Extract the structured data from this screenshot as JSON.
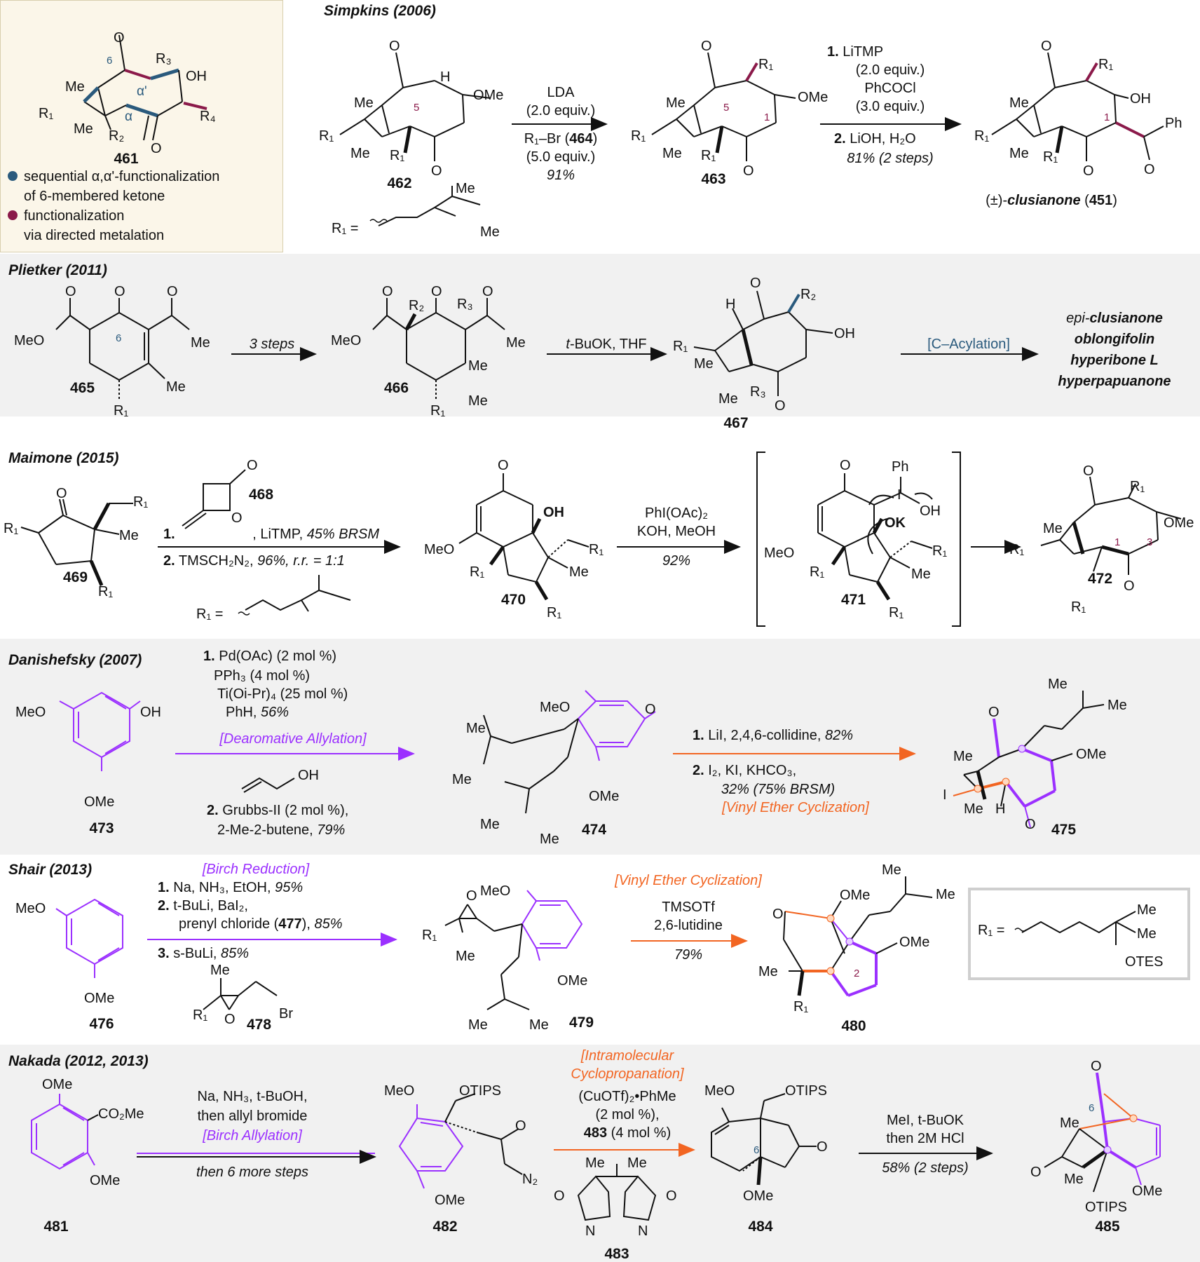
{
  "legend": {
    "compound": "461",
    "bullet1": "sequential α,α'-functionalization",
    "bullet1b": "of 6-membered ketone",
    "bullet2": "functionalization",
    "bullet2b": "via directed metalation",
    "colors": {
      "blue": "#2a5a7d",
      "maroon": "#8b1a4a",
      "purple": "#9b30ff",
      "orange": "#f26522",
      "panel": "#fbf6e9"
    }
  },
  "simpkins": {
    "header": "Simpkins (2006)",
    "c462": "462",
    "c463": "463",
    "c451": "451",
    "r1_def": "R₁ =",
    "step1": [
      "LDA",
      "(2.0 equiv.)",
      "R₁–Br (",
      "464",
      ")",
      "(5.0 equiv.)",
      "91%"
    ],
    "step2": [
      "1.",
      " LiTMP",
      "(2.0 equiv.)",
      "PhCOCl",
      "(3.0 equiv.)",
      "2.",
      " LiOH, H₂O",
      "81% (2 steps)"
    ],
    "product_label": "(±)-",
    "product_name": "clusianone",
    "product_num_open": " (",
    "product_num_close": ")"
  },
  "plietker": {
    "header": "Plietker (2011)",
    "c465": "465",
    "c466": "466",
    "c467": "467",
    "step1": "3 steps",
    "step2_a": "t",
    "step2_b": "-BuOK, THF",
    "step3": "[C–Acylation]",
    "products": [
      "epi-",
      "clusianone",
      "oblongifolin",
      "hyperibone L",
      "hyperpapuanone"
    ]
  },
  "maimone": {
    "header": "Maimone (2015)",
    "c469": "469",
    "c468": "468",
    "c470": "470",
    "c471": "471",
    "c472": "472",
    "step1a": "1.",
    "step1b": " , LiTMP, ",
    "step1c": "45% BRSM",
    "step2a": "2.",
    "step2b": " TMSCH₂N₂, ",
    "step2c": "96%, r.r. = 1:1",
    "step3": [
      "PhI(OAc)₂",
      "KOH, MeOH",
      "92%"
    ]
  },
  "danishefsky": {
    "header": "Danishefsky (2007)",
    "c473": "473",
    "c474": "474",
    "c475": "475",
    "step1": [
      "1.",
      " Pd(OAc) (2 mol %)",
      "PPh₃ (4 mol %)",
      "Ti(Oi-Pr)₄ (25 mol %)",
      "PhH, ",
      "56%",
      "[Dearomative Allylation]"
    ],
    "step2": [
      "2.",
      " Grubbs-II (2 mol %),",
      "2-Me-2-butene, ",
      "79%"
    ],
    "step3": [
      "1.",
      " LiI, 2,4,6-collidine, ",
      "82%",
      "2.",
      " I₂, KI, KHCO₃,",
      "32% (75% BRSM)",
      "[Vinyl Ether Cyclization]"
    ]
  },
  "shair": {
    "header": "Shair (2013)",
    "c476": "476",
    "c477": "477",
    "c478": "478",
    "c479": "479",
    "c480": "480",
    "tag": "[Birch Reduction]",
    "step1": [
      "1.",
      " Na, NH₃, EtOH, ",
      "95%"
    ],
    "step2": [
      "2.",
      " t-BuLi, BaI₂,",
      "prenyl chloride (",
      "477",
      "), ",
      "85%"
    ],
    "step3": [
      "3.",
      " s-BuLi, ",
      "85%"
    ],
    "step4": [
      "[Vinyl Ether Cyclization]",
      "TMSOTf",
      "2,6-lutidine",
      "79%"
    ],
    "r1_box": [
      "R₁ =",
      "Me",
      "Me",
      "OTES"
    ]
  },
  "nakada": {
    "header": "Nakada (2012, 2013)",
    "c481": "481",
    "c482": "482",
    "c483": "483",
    "c484": "484",
    "c485": "485",
    "step1": [
      "Na, NH₃, t-BuOH,",
      "then allyl bromide",
      "[Birch Allylation]",
      "then 6 more steps"
    ],
    "step2": [
      "[Intramolecular",
      "Cyclopropanation]",
      "(CuOTf)₂•PhMe",
      "(2 mol %),",
      "483",
      " (4 mol %)"
    ],
    "step3": [
      "MeI, t-BuOK",
      "then 2M HCl",
      "58% (2 steps)"
    ]
  }
}
